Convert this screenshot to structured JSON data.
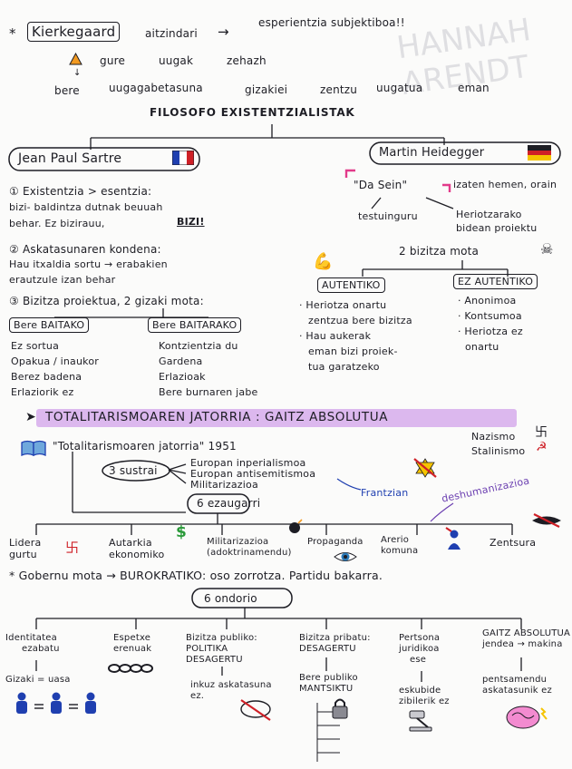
{
  "top": {
    "star": "*",
    "kierkegaard": "Kierkegaard",
    "aitzindari": "aitzindari",
    "arrow": "→",
    "esperientzia": "esperientzia subjektiboa!!",
    "gure": "gure",
    "ungak": "uugak",
    "zehazh": "zehazh",
    "bere": "bere",
    "ungagabetasuna": "uugagabetasuna",
    "gizakiei": "gizakiei",
    "zentzu": "zentzu",
    "uugatua": "uugatua",
    "eman": "eman"
  },
  "title": "FILOSOFO EXISTENTZIALISTAK",
  "sartre": {
    "name": "Jean Paul Sartre",
    "p1_title": "① Existentzia > esentzia:",
    "p1_l1": "bizi- baldintza dutnak beuuah",
    "p1_l2a": "behar. Ez bizirauu,",
    "p1_l2b": "BIZI!",
    "p2_title": "② Askatasunaren kondena:",
    "p2_l1": "Hau itxaldia sortu → erabakien",
    "p2_l2": "erautzule izan behar",
    "p3_title": "③ Bizitza proiektua, 2 gizaki mota:",
    "bere_baitako": "Bere BAITAKO",
    "bere_baitarako": "Bere BAITARAKO",
    "bb1": [
      "Ez sortua",
      "Opakua / inaukor",
      "Berez badena",
      "Erlaziorik ez"
    ],
    "bb2": [
      "Kontzientzia du",
      "Gardena",
      "Erlazioak",
      "Bere burnaren jabe"
    ]
  },
  "heidegger": {
    "name": "Martin Heidegger",
    "dasein": "\"Da Sein\"",
    "izaten": "izaten hemen, orain",
    "testuinguru": "testuinguru",
    "heriotzarako": "Heriotzarako",
    "bidean": "bidean proiektu",
    "bizitza_mota": "2 bizitza mota",
    "autentiko": "AUTENTIKO",
    "ez_autentiko": "EZ AUTENTIKO",
    "a_items": [
      "· Heriotza onartu",
      "zentzua bere bizitza",
      "· Hau aukerak",
      "eman bizi proiek-",
      "tua garatzeko"
    ],
    "ea_items": [
      "· Anonimoa",
      "· Kontsumoa",
      "· Heriotza ez",
      "onartu"
    ]
  },
  "section": {
    "title": "TOTALITARISMOAREN JATORRIA : GAITZ ABSOLUTUA",
    "book": "\"Totalitarismoaren jatorria\" 1951",
    "nazismo": "Nazismo",
    "stalinismo": "Stalinismo",
    "sustrai": "3 sustrai",
    "sustrai_items": [
      "Europan inperialismoa",
      "Europan antisemitismoa",
      "Militarizazioa"
    ],
    "frantzian": "Frantzian",
    "ezaugarri": "6 ezaugarri",
    "deshumanizazioa": "deshumanizazioa",
    "ez_items": [
      "Lidera gurtu",
      "Autarkia ekonomiko",
      "Militarizazioa (adoktrinamendu)",
      "Propaganda",
      "Arerio komuna",
      "Zentsura"
    ],
    "gobernu": "* Gobernu mota → BUROKRATIKO: oso zorrotza. Partidu bakarra.",
    "ondorio": "6 ondorio",
    "ond": [
      {
        "a": "Identitatea",
        "b": "ezabatu"
      },
      {
        "a": "Espetxe",
        "b": "erenuak"
      },
      {
        "a": "Bizitza publiko:",
        "b": "POLITIKA",
        "c": "DESAGERTU"
      },
      {
        "a": "Bizitza pribatu:",
        "b": "DESAGERTU"
      },
      {
        "a": "Pertsona",
        "b": "juridikoa",
        "c": "ese"
      },
      {
        "a": "GAITZ ABSOLUTUA",
        "b": "jendea → makina"
      }
    ],
    "ond_sub": [
      "Gizaki = uasa",
      "",
      "inkuz askatasuna ez.",
      "Bere publiko MANTSIKTU",
      "eskubide zibilerik ez",
      "pentsamendu askatasunik ez"
    ]
  },
  "ghost": {
    "hannah": "HANNAH ARENDT"
  },
  "colors": {
    "highlight": "#dcb8ee",
    "pink": "#e23b8a",
    "red": "#cf2027",
    "blue": "#1f3fb0",
    "green": "#2a9a3a",
    "purple": "#6a3db0"
  }
}
